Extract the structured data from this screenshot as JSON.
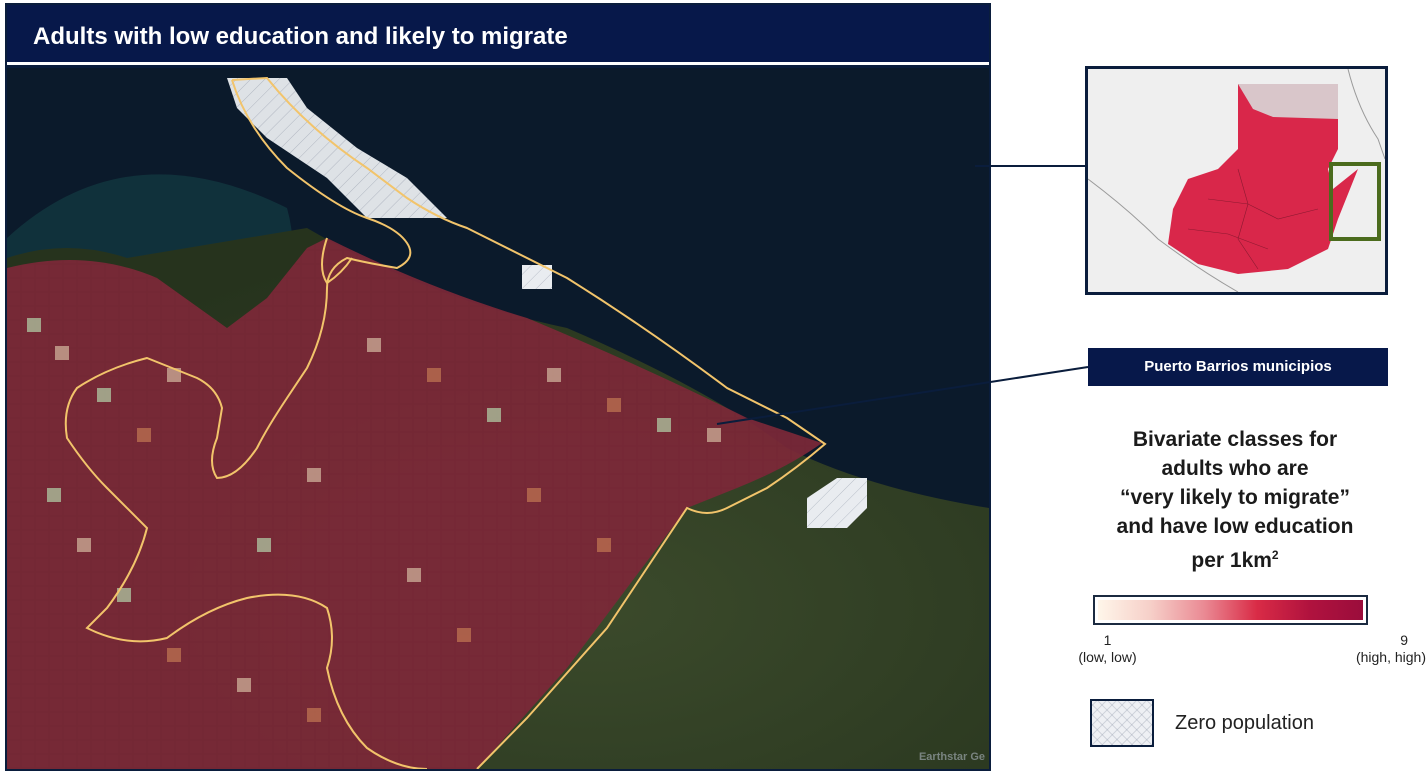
{
  "map": {
    "title": "Adults with low education and likely to migrate",
    "basemap_credit": "Earthstar Ge"
  },
  "callout": {
    "area_label": "Puerto Barrios municipios"
  },
  "legend": {
    "title_line1": "Bivariate classes for",
    "title_line2": "adults who are",
    "title_line3": "“very likely to migrate”",
    "title_line4": "and have low education",
    "title_line5": "per 1km",
    "title_sup": "2",
    "ramp_min_value": "1",
    "ramp_min_desc": "(low, low)",
    "ramp_max_value": "9",
    "ramp_max_desc": "(high, high)",
    "ramp_colors": [
      "#fff6ea",
      "#f6cfc8",
      "#ea8a94",
      "#d92b46",
      "#b0123e",
      "#9b0d3c"
    ],
    "zero_label": "Zero population"
  },
  "colors": {
    "title_bar": "#07184a",
    "sea": "#0b1a2b",
    "land_dark": "#2c3a22",
    "class_fill": "#7d2838",
    "boundary": "#f2c46b",
    "inset_highlight": "#4b6b1d"
  }
}
